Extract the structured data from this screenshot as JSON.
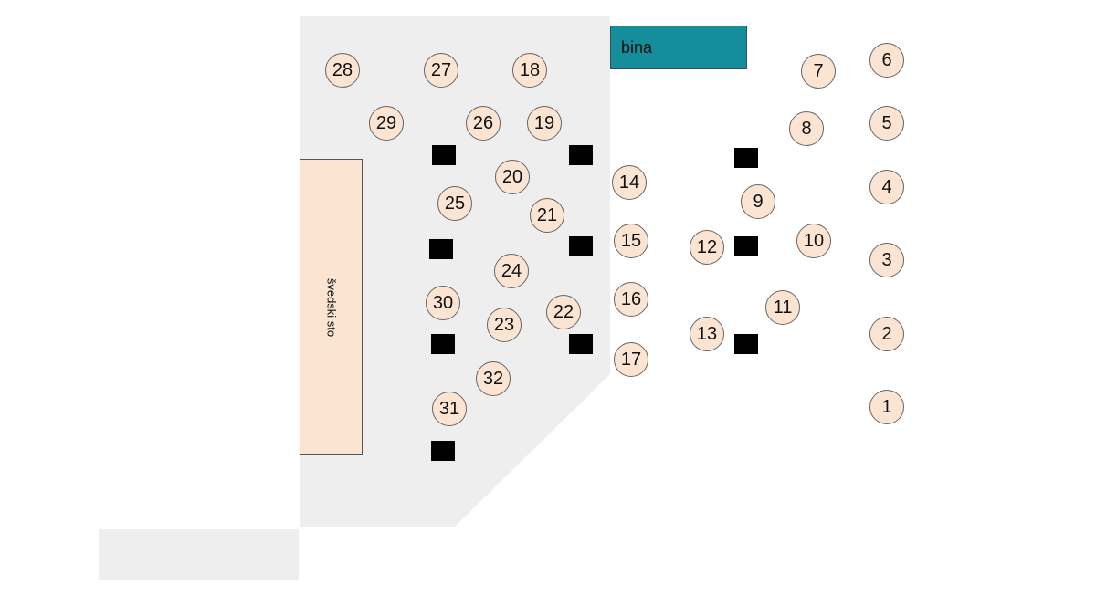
{
  "labels": {
    "stage": "bina",
    "buffet": "švedski sto"
  },
  "colors": {
    "floor_area": "#eeeeee",
    "table_fill": "#fbe5d2",
    "table_border": "#666666",
    "stage_fill": "#168d9a",
    "pillar": "#000000"
  },
  "tables": [
    "1",
    "2",
    "3",
    "4",
    "5",
    "6",
    "7",
    "8",
    "9",
    "10",
    "11",
    "12",
    "13",
    "14",
    "15",
    "16",
    "17",
    "18",
    "19",
    "20",
    "21",
    "22",
    "23",
    "24",
    "25",
    "26",
    "27",
    "28",
    "29",
    "30",
    "31",
    "32"
  ]
}
